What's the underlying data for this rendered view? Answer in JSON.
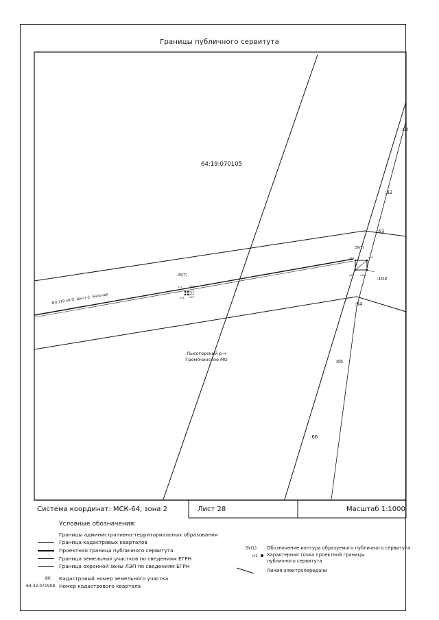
{
  "title": "Границы публичного сервитута",
  "map": {
    "quarter_number": "64:19:070105",
    "line_label": "ВЛ 110 кВ П. Шнгт-2- Балонда",
    "municipality_line1": "Лысогорский р-н",
    "municipality_line2": "Гремячинское МО",
    "contour_left": ":ЗУ(Т)",
    "contour_right": ":ЗУ(Т)",
    "points_left": [
      "н17",
      "н18",
      "н19",
      "н20",
      "н21",
      "н22"
    ],
    "points_right": [
      "н23",
      "н24",
      "н25",
      "н26"
    ],
    "parcel_labels": [
      ":60",
      ":62",
      ":63",
      ":102",
      ":64",
      ":65",
      ":66"
    ]
  },
  "info": {
    "coordinates": "Система координат: МСК-64, зона 2",
    "sheet": "Лист 28",
    "scale": "Масштаб 1:1000"
  },
  "legend": {
    "title": "Условные обозначения:",
    "admin_boundary": "Границы административно-территориальных образования",
    "cadastral_quarters": "Граница кадастровых кварталов",
    "servitude_boundary": "Проектная граница публичного сервитута",
    "land_plots": "Граница земельных участков по сведениям ЕГРН",
    "protection_zone": "Граница охранной зоны ЛЭП по сведениям ЕГРН",
    "parcel_number_sample": ":80",
    "parcel_number": "Кадастровый номер земельного участка",
    "quarter_number_sample": "64:32:071908",
    "quarter_number": "Номер кадастрового квартала",
    "contour_sample": ":ЗУ(1)",
    "contour": "Обозначение контура образуемого публичного сервитута",
    "point_sample": "н1",
    "point_line1": "Характерная точка проектной границы",
    "point_line2": "публичного сервитута",
    "powerline": "Линия электропередачи"
  }
}
